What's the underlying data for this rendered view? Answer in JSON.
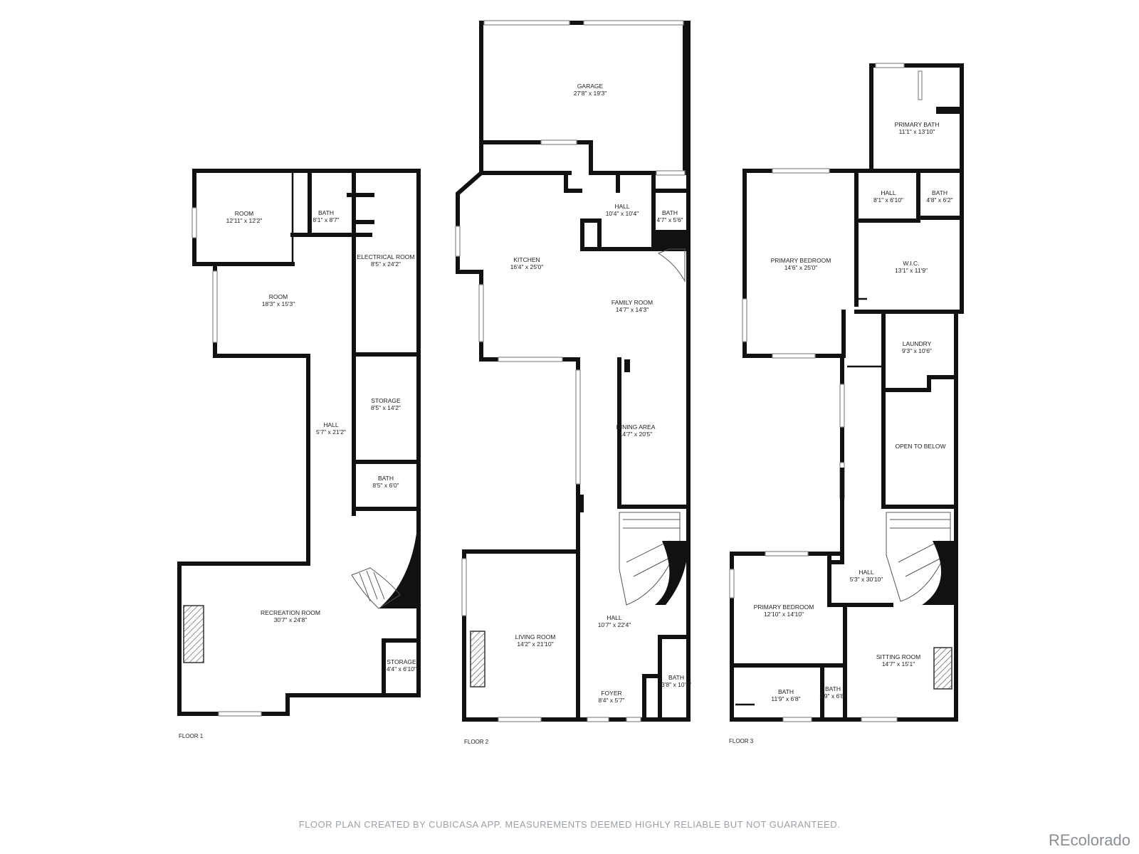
{
  "floors": [
    {
      "label": "FLOOR 1",
      "rooms": [
        {
          "name": "ROOM",
          "dims": "12'11\" x 12'2\""
        },
        {
          "name": "BATH",
          "dims": "8'1\" x 8'7\""
        },
        {
          "name": "ELECTRICAL ROOM",
          "dims": "8'5\" x 24'2\""
        },
        {
          "name": "ROOM",
          "dims": "18'3\" x 15'3\""
        },
        {
          "name": "STORAGE",
          "dims": "8'5\" x 14'2\""
        },
        {
          "name": "HALL",
          "dims": "5'7\" x 21'2\""
        },
        {
          "name": "BATH",
          "dims": "8'5\" x 6'0\""
        },
        {
          "name": "RECREATION ROOM",
          "dims": "30'7\" x 24'8\""
        },
        {
          "name": "STORAGE",
          "dims": "4'4\" x 6'10\""
        }
      ]
    },
    {
      "label": "FLOOR 2",
      "rooms": [
        {
          "name": "GARAGE",
          "dims": "27'8\" x 19'3\""
        },
        {
          "name": "HALL",
          "dims": "10'4\" x 10'4\""
        },
        {
          "name": "BATH",
          "dims": "4'7\" x 5'6\""
        },
        {
          "name": "KITCHEN",
          "dims": "16'4\" x 25'0\""
        },
        {
          "name": "FAMILY ROOM",
          "dims": "14'7\" x 14'3\""
        },
        {
          "name": "DINING AREA",
          "dims": "14'7\" x 20'5\""
        },
        {
          "name": "LIVING ROOM",
          "dims": "14'2\" x 21'10\""
        },
        {
          "name": "HALL",
          "dims": "10'7\" x 22'4\""
        },
        {
          "name": "BATH",
          "dims": "3'8\" x 10'5\""
        },
        {
          "name": "FOYER",
          "dims": "8'4\" x 5'7\""
        }
      ]
    },
    {
      "label": "FLOOR 3",
      "rooms": [
        {
          "name": "PRIMARY BATH",
          "dims": "11'1\" x 13'10\""
        },
        {
          "name": "HALL",
          "dims": "8'1\" x 6'10\""
        },
        {
          "name": "BATH",
          "dims": "4'8\" x 6'2\""
        },
        {
          "name": "PRIMARY BEDROOM",
          "dims": "14'6\" x 25'0\""
        },
        {
          "name": "W.I.C.",
          "dims": "13'1\" x 11'9\""
        },
        {
          "name": "LAUNDRY",
          "dims": "9'3\" x 10'6\""
        },
        {
          "name": "OPEN TO BELOW",
          "dims": ""
        },
        {
          "name": "HALL",
          "dims": "5'3\" x 30'10\""
        },
        {
          "name": "PRIMARY BEDROOM",
          "dims": "12'10\" x 14'10\""
        },
        {
          "name": "SITTING ROOM",
          "dims": "14'7\" x 15'1\""
        },
        {
          "name": "BATH",
          "dims": "11'9\" x 6'8\""
        },
        {
          "name": "BATH",
          "dims": "2'9\" x 6'8\""
        }
      ]
    }
  ],
  "footer": "FLOOR PLAN CREATED BY CUBICASA APP. MEASUREMENTS DEEMED HIGHLY RELIABLE BUT NOT GUARANTEED.",
  "brand": "REcolorado",
  "colors": {
    "wall": "#111111",
    "footer_text": "#9aa0a6",
    "brand": "#8a8f94"
  }
}
